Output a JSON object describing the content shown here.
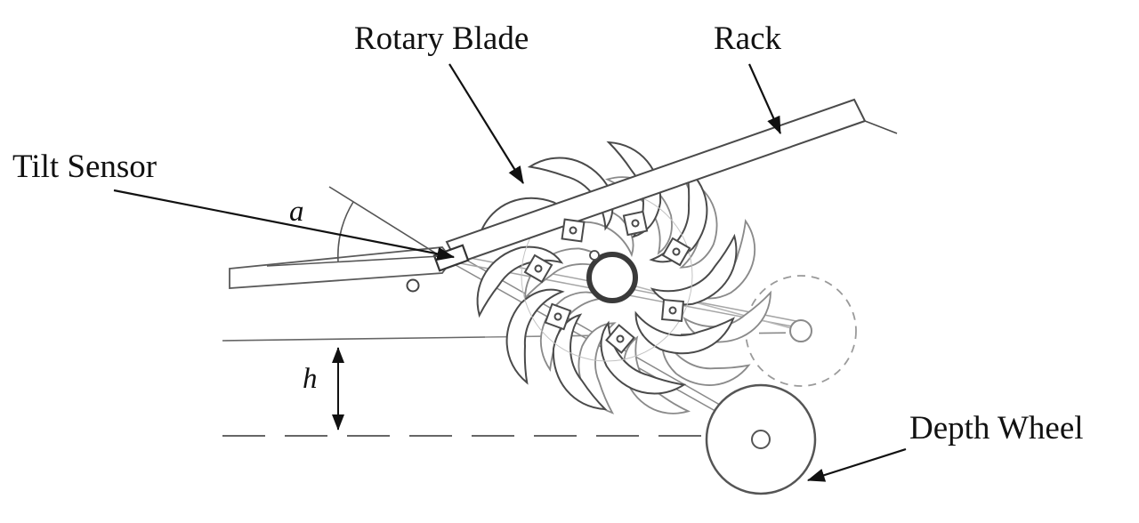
{
  "figure": {
    "type": "technical-line-drawing",
    "description_visible_text_only": true,
    "labels": {
      "rotary_blade": "Rotary Blade",
      "rack": "Rack",
      "tilt_sensor": "Tilt Sensor",
      "depth_wheel": "Depth Wheel",
      "angle_symbol": "a",
      "height_symbol": "h"
    },
    "colors": {
      "ink": "#111111",
      "drawing_stroke": "#4a4a4a",
      "light_stroke": "#999999",
      "background": "#ffffff"
    }
  }
}
